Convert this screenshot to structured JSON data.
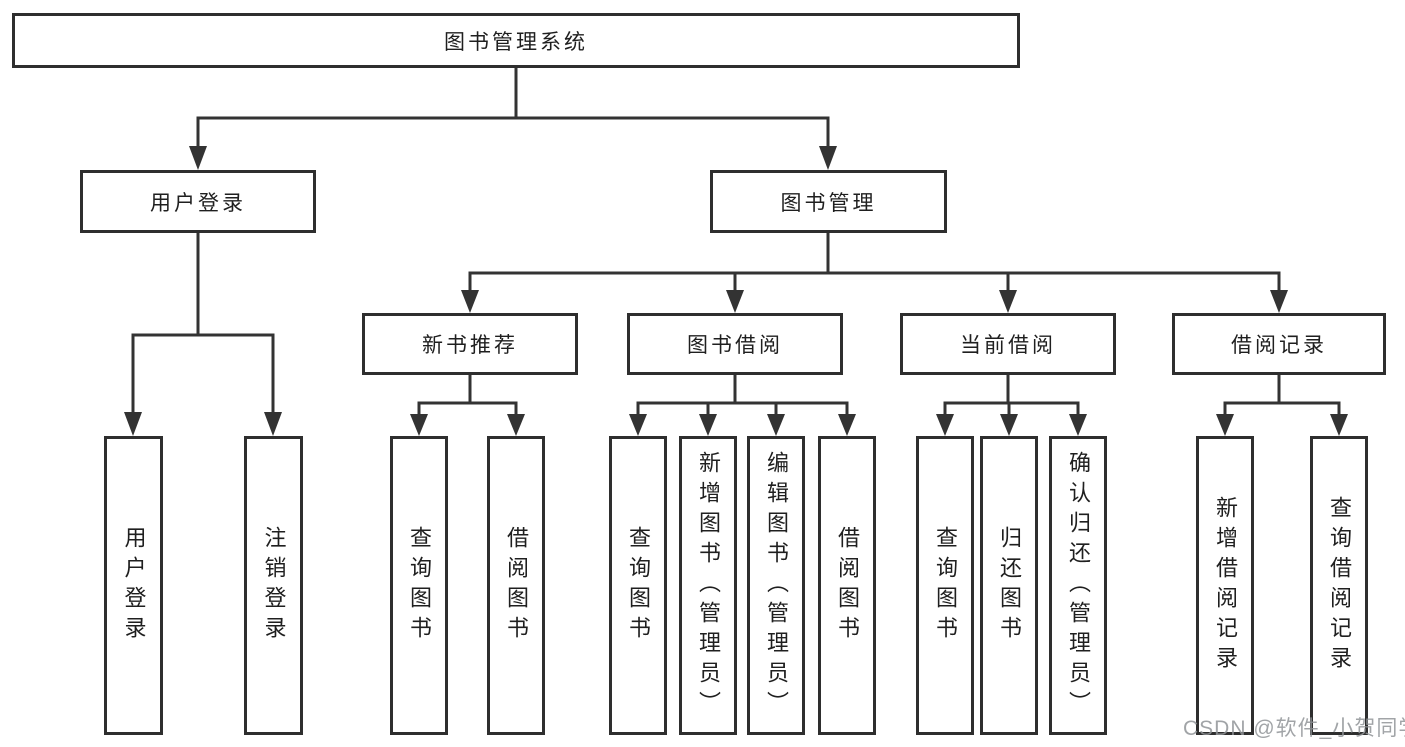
{
  "diagram": {
    "title": "图书管理系统",
    "tree": {
      "label": "图书管理系统",
      "children": [
        {
          "label": "用户登录",
          "children": [
            {
              "label": "用户登录"
            },
            {
              "label": "注销登录"
            }
          ]
        },
        {
          "label": "图书管理",
          "children": [
            {
              "label": "新书推荐",
              "children": [
                {
                  "label": "查询图书"
                },
                {
                  "label": "借阅图书"
                }
              ]
            },
            {
              "label": "图书借阅",
              "children": [
                {
                  "label": "查询图书"
                },
                {
                  "label": "新增图书（管理员）"
                },
                {
                  "label": "编辑图书（管理员）"
                },
                {
                  "label": "借阅图书"
                }
              ]
            },
            {
              "label": "当前借阅",
              "children": [
                {
                  "label": "查询图书"
                },
                {
                  "label": "归还图书"
                },
                {
                  "label": "确认归还（管理员）"
                }
              ]
            },
            {
              "label": "借阅记录",
              "children": [
                {
                  "label": "新增借阅记录"
                },
                {
                  "label": "查询借阅记录"
                }
              ]
            }
          ]
        }
      ]
    },
    "colors": {
      "line": "#333333",
      "box_border": "#2e2e2e",
      "text": "#1f1f1f",
      "background": "#ffffff",
      "watermark_text_color": "#919498"
    }
  },
  "watermark": "CSDN @软件_小贺同学"
}
